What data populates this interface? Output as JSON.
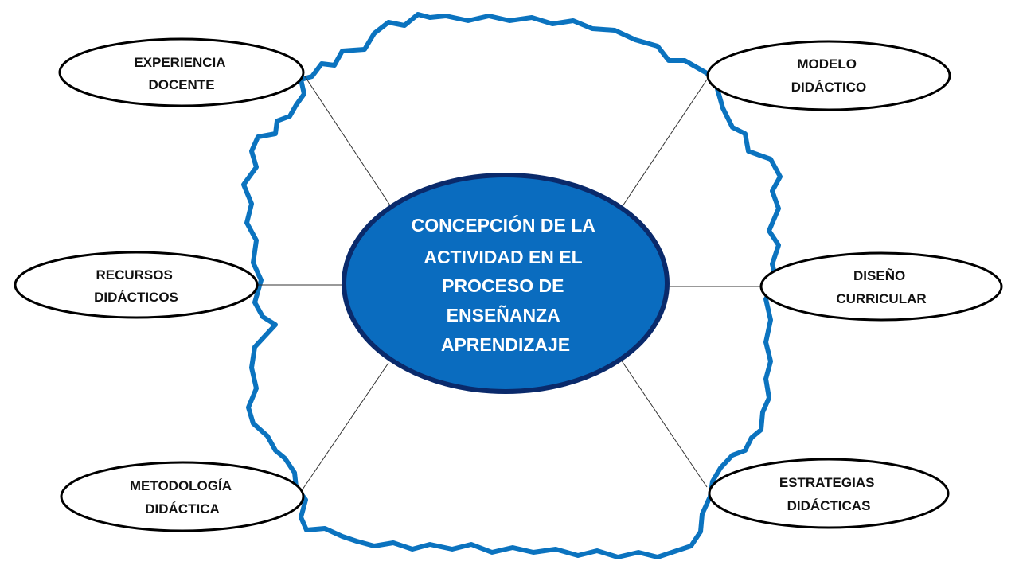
{
  "diagram": {
    "center": {
      "lines": [
        "CONCEPCIÓN DE LA",
        "ACTIVIDAD EN EL",
        "PROCESO DE",
        "ENSEÑANZA",
        "APRENDIZAJE"
      ]
    },
    "nodes": {
      "experiencia": {
        "lines": [
          "EXPERIENCIA",
          "DOCENTE"
        ]
      },
      "modelo": {
        "lines": [
          "MODELO",
          "DIDÁCTICO"
        ]
      },
      "recursos": {
        "lines": [
          "RECURSOS",
          "DIDÁCTICOS"
        ]
      },
      "diseno": {
        "lines": [
          "DISEÑO",
          "CURRICULAR"
        ]
      },
      "metodologia": {
        "lines": [
          "METODOLOGÍA",
          "DIDÁCTICA"
        ]
      },
      "estrategias": {
        "lines": [
          "ESTRATEGIAS",
          "DIDÁCTICAS"
        ]
      }
    },
    "colors": {
      "cloud_outline": "#0b73bf",
      "center_fill": "#0a6cbf",
      "center_border": "#0a2a6b",
      "center_text": "#ffffff",
      "node_border": "#000000",
      "node_text": "#111111",
      "connector": "#333333"
    }
  }
}
